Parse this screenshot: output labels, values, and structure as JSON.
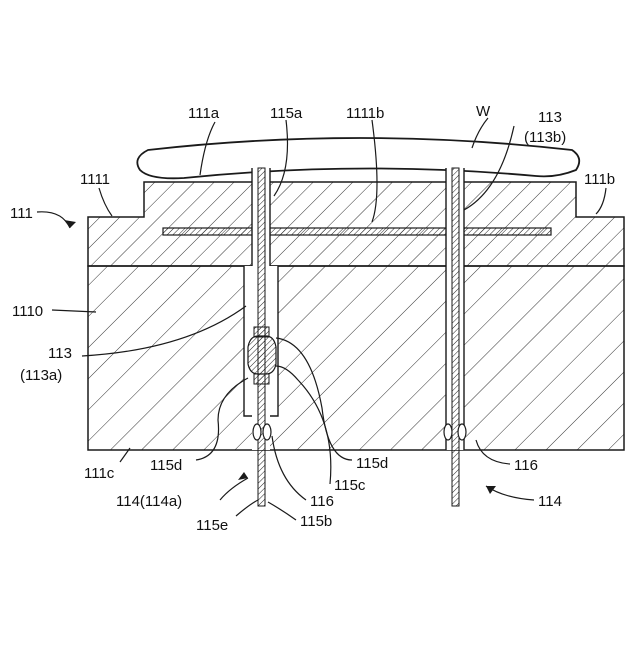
{
  "labels": {
    "w": "W",
    "l111a": "111a",
    "l115a": "115a",
    "l1111b": "1111b",
    "l113_top": "113",
    "l113b": "(113b)",
    "l111b": "111b",
    "l1111": "1111",
    "l111": "111",
    "l1110": "1110",
    "l113_left": "113",
    "l113a": "(113a)",
    "l111c": "111c",
    "l115d_left": "115d",
    "l115d_right": "115d",
    "l115c": "115c",
    "l116_center": "116",
    "l116_right": "116",
    "l114a": "114(114a)",
    "l115e": "115e",
    "l115b": "115b",
    "l114": "114"
  },
  "colors": {
    "line": "#1a1a1a",
    "hatch": "#333333",
    "background": "#ffffff"
  }
}
